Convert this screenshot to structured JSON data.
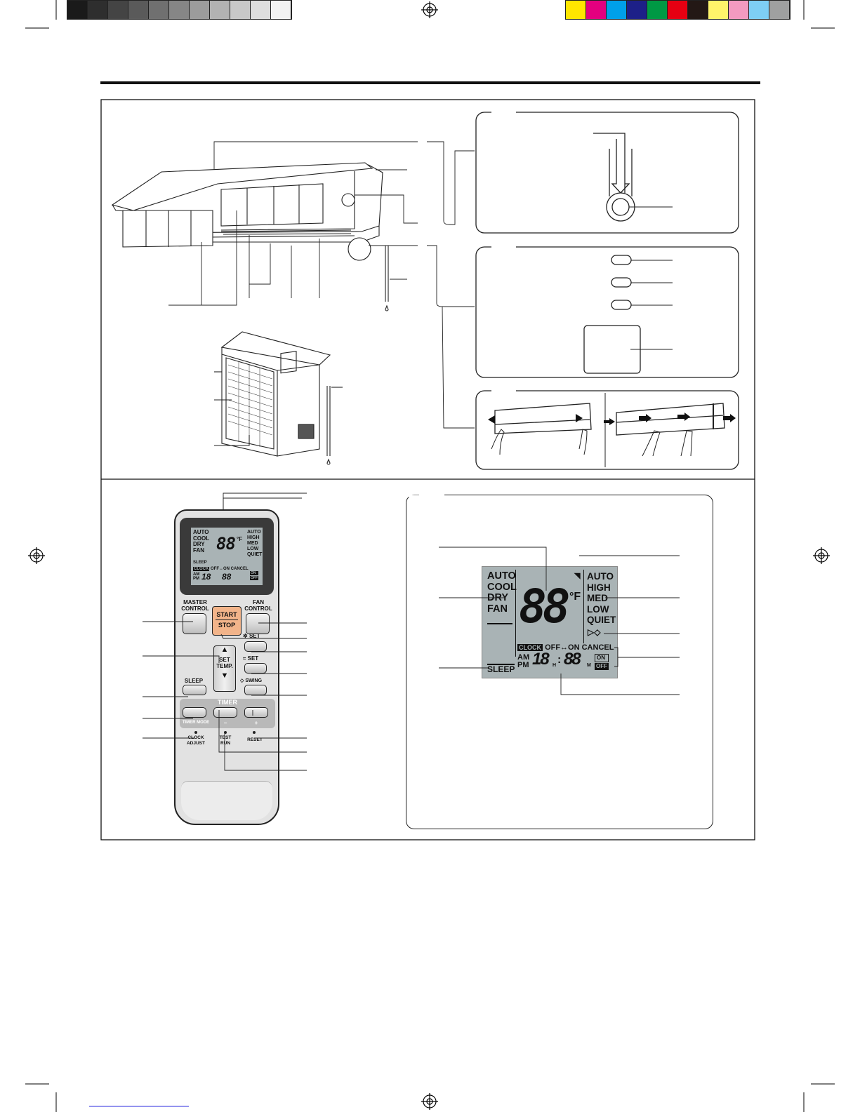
{
  "registration": {
    "gray_swatches": [
      "#1a1a1a",
      "#2e2e2e",
      "#444444",
      "#5a5a5a",
      "#707070",
      "#868686",
      "#9c9c9c",
      "#b2b2b2",
      "#c8c8c8",
      "#dedede",
      "#f2f2f2"
    ],
    "color_swatches": [
      "#ffe600",
      "#e4007f",
      "#00a0e9",
      "#1d2088",
      "#009944",
      "#e60012",
      "#231815",
      "#fff46a",
      "#f39ac0",
      "#7ecef4",
      "#9fa0a0"
    ]
  },
  "remote": {
    "screen": {
      "modes": [
        "AUTO",
        "COOL",
        "DRY",
        "FAN"
      ],
      "fan": [
        "AUTO",
        "HIGH",
        "MED",
        "LOW",
        "QUIET"
      ],
      "digits": "88",
      "unit": "°F",
      "timer_line": "OFF↔ON CANCEL",
      "clock": "CLOCK",
      "am": "AM",
      "pm": "PM",
      "time_h": "18",
      "time_m": "88",
      "sleep": "SLEEP",
      "on": "ON",
      "off": "OFF"
    },
    "buttons": {
      "master_line1": "MASTER",
      "master_line2": "CONTROL",
      "fan_line1": "FAN",
      "fan_line2": "CONTROL",
      "start": "START",
      "stop": "STOP",
      "set1": "SET",
      "set2": "SET",
      "set_temp_line1": "SET",
      "set_temp_line2": "TEMP.",
      "sleep": "SLEEP",
      "swing": "SWING",
      "timer": "TIMER",
      "timer_mode": "TIMER MODE",
      "minus": "−",
      "plus": "+",
      "clock_adjust_line1": "CLOCK",
      "clock_adjust_line2": "ADJUST",
      "test_run_line1": "TEST",
      "test_run_line2": "RUN",
      "reset": "RESET"
    }
  },
  "display_detail": {
    "modes": [
      "AUTO",
      "COOL",
      "DRY",
      "FAN"
    ],
    "fan": [
      "AUTO",
      "HIGH",
      "MED",
      "LOW",
      "QUIET"
    ],
    "digits": "88",
    "unit": "°F",
    "clock": "CLOCK",
    "timer_line": "OFF↔ON CANCEL",
    "on": "ON",
    "off": "OFF",
    "am": "AM",
    "pm": "PM",
    "time_h": "18",
    "h": "H",
    "time_m": "88",
    "m": "M",
    "sleep": "SLEEP"
  },
  "colors": {
    "lcd": "#a9b3b5",
    "remote_face": "#e4e4e4",
    "start_stop": "#f2b48a",
    "screen_frame": "#3a3a3a"
  }
}
